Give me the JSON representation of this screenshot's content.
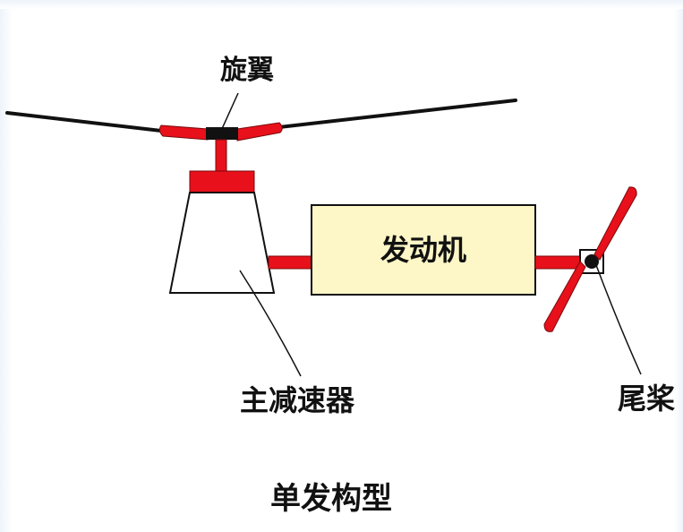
{
  "labels": {
    "rotor": "旋翼",
    "engine": "发动机",
    "gearbox": "主减速器",
    "tail_rotor": "尾桨",
    "caption": "单发构型"
  },
  "colors": {
    "component_red": "#e8101a",
    "engine_fill": "#fdf6c6",
    "outline": "#111111",
    "background": "#ffffff"
  }
}
